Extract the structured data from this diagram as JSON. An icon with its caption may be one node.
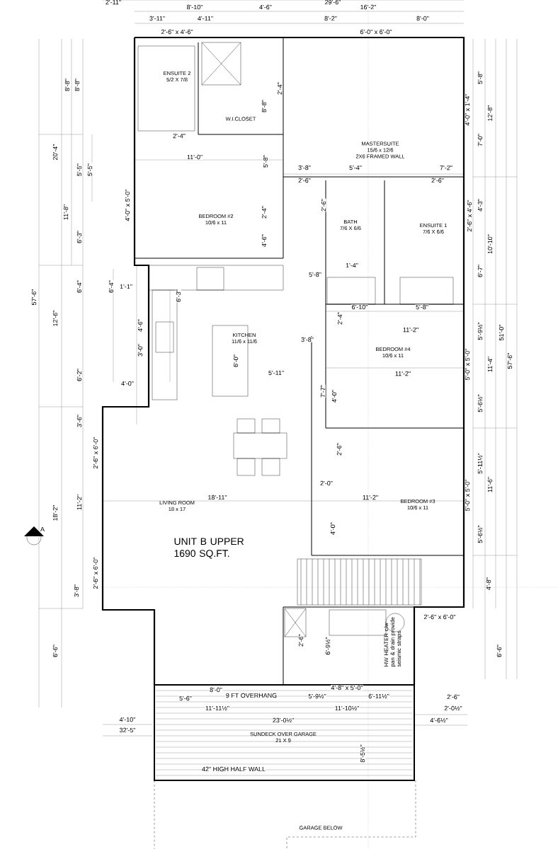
{
  "diagram": {
    "nodes": [
      {
        "text": [
          "ENSUITE 2",
          "5/2 X 7/8"
        ]
      },
      {
        "text": [
          "W.I.CLOSET"
        ]
      },
      {
        "text": [
          "MASTERSUITE",
          "15/6 x 12/6",
          "2X6 FRAMED WALL"
        ]
      },
      {
        "text": [
          "BEDROOM #2",
          "10/6 x 11"
        ]
      },
      {
        "text": [
          "BATH",
          "7/6 X 6/6"
        ]
      },
      {
        "text": [
          "ENSUITE 1",
          "7/6 X 6/6"
        ]
      },
      {
        "text": [
          "KITCHEN",
          "11/6 x 11/6"
        ]
      },
      {
        "text": [
          "BEDROOM #4",
          "10/6 x 11"
        ]
      },
      {
        "text": [
          "LIVING ROOM",
          "18 x 17"
        ]
      },
      {
        "text": [
          "BEDROOM #3",
          "10/6 x 11"
        ]
      },
      {
        "text": [
          "SUNDECK OVER GARAGE",
          "21 X 9"
        ]
      },
      {
        "text": [
          "GARAGE BELOW"
        ]
      }
    ],
    "labels": [
      "2'-11\"",
      "29'-6\"",
      "8'-10\"",
      "4'-6\"",
      "16'-2\"",
      "3'-11\"",
      "4'-11\"",
      "8'-2\"",
      "8'-0\"",
      "2'-6\" x 4'-6\"",
      "6'-0\" x 6'-0\"",
      "8'-8\"",
      "8'-8\"",
      "20'-4\"",
      "5'-5\"",
      "5'-5\"",
      "4'-0\" x 5'-0\"",
      "11'-8\"",
      "6'-3\"",
      "6'-4\"",
      "12'-6\"",
      "6'-2\"",
      "6'-4\"",
      "1'-1\"",
      "4'-6\"",
      "3'-0\"",
      "6'-3\"",
      "4'-0\"",
      "3'-6\"",
      "2'-6\" x 6'-0\"",
      "11'-2\"",
      "18'-2\"",
      "57'-6\"",
      "2'-6\" x 6'-0\"",
      "3'-8\"",
      "6'-6\"",
      "2'-4\"",
      "11'-0\"",
      "8'-8\"",
      "2'-4\"",
      "5'-8\"",
      "2'-4\"",
      "4'-6\"",
      "3'-8\"",
      "5'-4\"",
      "7'-2\"",
      "2'-6\"",
      "2'-6\"",
      "2'-6\"",
      "1'-4\"",
      "5'-8\"",
      "6'-10\"",
      "5'-8\"",
      "11'-2\"",
      "2'-4\"",
      "3'-8\"",
      "5'-11\"",
      "11'-2\"",
      "7'-7\"",
      "4'-0\"",
      "6'-0\"",
      "18'-11\"",
      "11'-2\"",
      "2'-6\"",
      "2'-0\"",
      "4'-0\"",
      "6'-9½\"",
      "2'-6\"",
      "2'-6\" x 6'-0\"",
      "5'-8\"",
      "4'-0\" x 1'-4\"",
      "12'-8\"",
      "7'-0\"",
      "4'-3\"",
      "2'-6\" x 4'-6\"",
      "10'-10\"",
      "6'-7\"",
      "5'-9½\"",
      "51'-0\"",
      "11'-4\"",
      "5'-0\" x 5'-0\"",
      "5'-6½\"",
      "5'-11½\"",
      "11'-6\"",
      "5'-0\" x 5'-0\"",
      "5'-6½\"",
      "57'-6\"",
      "4'-8\"",
      "6'-6\"",
      "8'-0\"",
      "9 FT OVERHANG",
      "4'-8\" x 5'-0\"",
      "5'-6\"",
      "5'-9½\"",
      "6'-11½\"",
      "11'-11½\"",
      "11'-10½\"",
      "4'-10\"",
      "23'-0½\"",
      "32'-5\"",
      "2'-6\"",
      "2'-0½\"",
      "4'-6½\"",
      "8'-5½\"",
      "42\" HIGH HALF WALL",
      "UNIT B UPPER 1690 SQ.FT.",
      "HW HEATER c/w pan & drain provide seismic straps",
      "A"
    ]
  }
}
